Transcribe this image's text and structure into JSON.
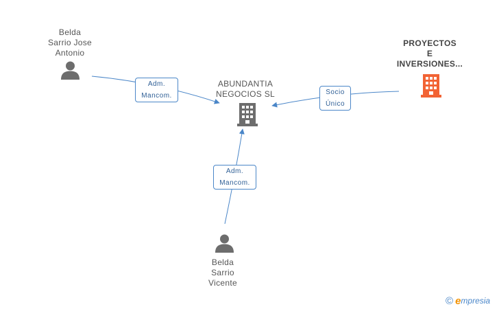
{
  "nodes": {
    "person_antonio": {
      "lines": [
        "Belda",
        "Sarrio Jose",
        "Antonio"
      ],
      "icon": "person-icon"
    },
    "company_abundantia": {
      "lines": [
        "ABUNDANTIA",
        "NEGOCIOS SL"
      ],
      "icon": "building-icon"
    },
    "company_proyectos": {
      "lines": [
        "PROYECTOS",
        "E",
        "INVERSIONES..."
      ],
      "icon": "building-icon",
      "color": "#f26334"
    },
    "person_vicente": {
      "lines": [
        "Belda",
        "Sarrio",
        "Vicente"
      ],
      "icon": "person-icon"
    }
  },
  "edges": {
    "antonio_to_abundantia": {
      "lines": [
        "Adm.",
        "Mancom."
      ]
    },
    "proyectos_to_abundantia": {
      "lines": [
        "Socio",
        "Único"
      ]
    },
    "vicente_to_abundantia": {
      "lines": [
        "Adm.",
        "Mancom."
      ]
    }
  },
  "footer": {
    "copyright": "©",
    "brand_initial": "e",
    "brand_rest": "mpresia"
  },
  "colors": {
    "edge": "#4a86c8",
    "node_icon": "#6d6d6d",
    "highlight": "#f26334",
    "brand_orange": "#f39200"
  }
}
